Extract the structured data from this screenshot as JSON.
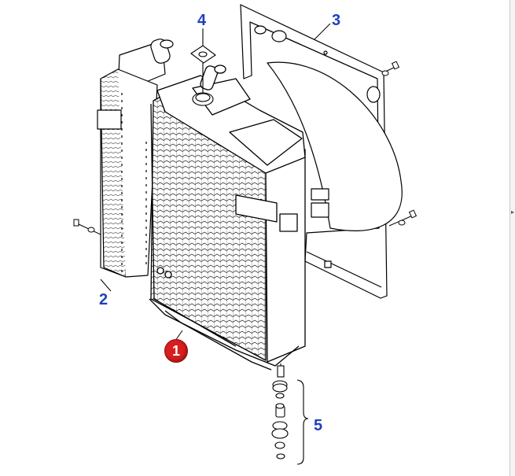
{
  "diagram": {
    "callouts": {
      "radiator": "1",
      "oil_cooler": "2",
      "fan_shroud": "3",
      "cap_gasket": "4",
      "mount_kit": "5"
    },
    "colors": {
      "callout_text": "#1f3fbf",
      "highlight_badge": "#d91e1e",
      "line": "#000000"
    }
  }
}
